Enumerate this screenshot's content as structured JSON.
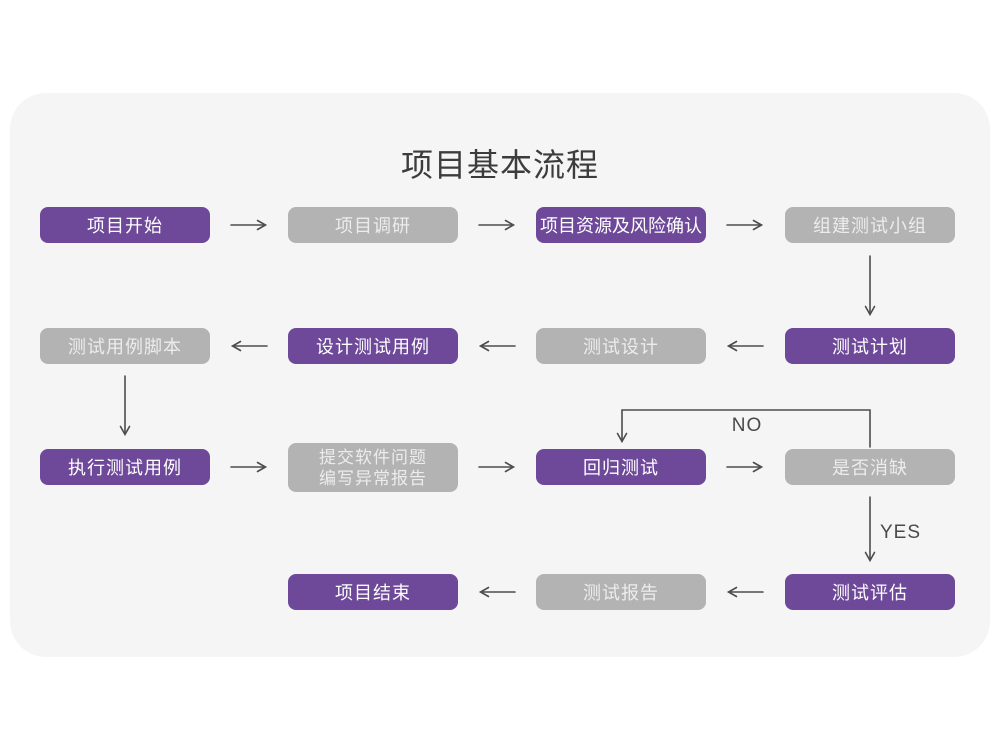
{
  "title": "项目基本流程",
  "colors": {
    "purple_node": "#6e4899",
    "gray_node": "#b3b3b4",
    "card_background": "#f5f5f6",
    "arrow": "#4d4d4d"
  },
  "nodes": [
    {
      "label": "项目开始",
      "variant": "purple"
    },
    {
      "label": "项目调研",
      "variant": "gray"
    },
    {
      "label": "项目资源及风险确认",
      "variant": "purple"
    },
    {
      "label": "组建测试小组",
      "variant": "gray"
    },
    {
      "label": "测试计划",
      "variant": "purple"
    },
    {
      "label": "测试设计",
      "variant": "gray"
    },
    {
      "label": "设计测试用例",
      "variant": "purple"
    },
    {
      "label": "测试用例脚本",
      "variant": "gray"
    },
    {
      "label": "执行测试用例",
      "variant": "purple"
    },
    {
      "label_lines": [
        "提交软件问题",
        "编写异常报告"
      ],
      "variant": "gray"
    },
    {
      "label": "回归测试",
      "variant": "purple"
    },
    {
      "label": "是否消缺",
      "variant": "gray"
    },
    {
      "label": "测试评估",
      "variant": "purple"
    },
    {
      "label": "测试报告",
      "variant": "gray"
    },
    {
      "label": "项目结束",
      "variant": "purple"
    }
  ],
  "edge_labels": {
    "no": "NO",
    "yes": "YES"
  }
}
